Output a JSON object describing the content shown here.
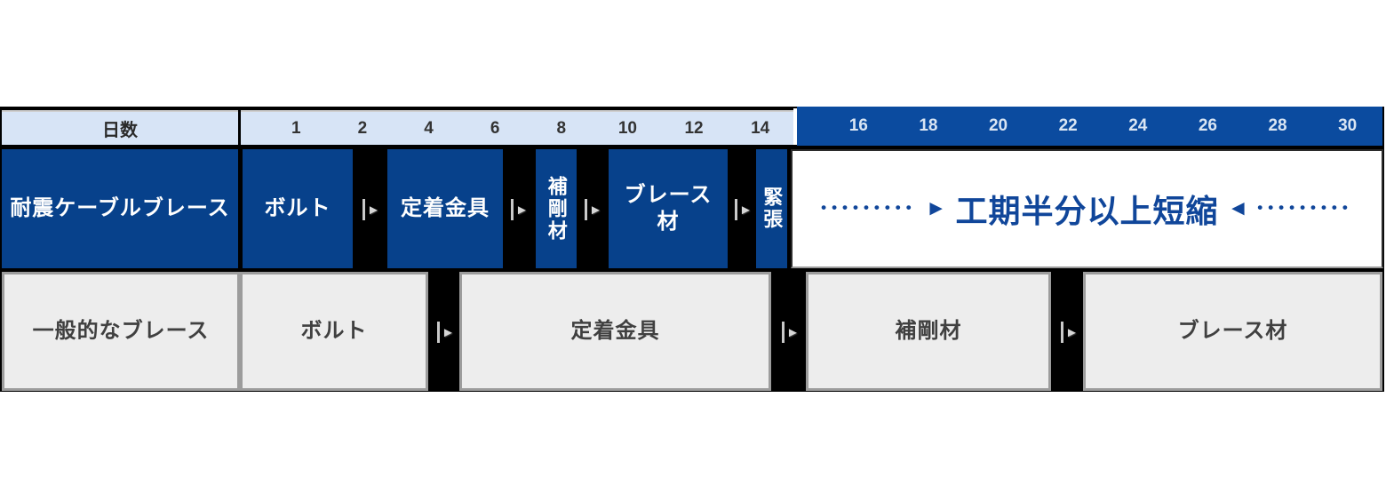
{
  "header": {
    "days_label": "日数",
    "light_ticks": [
      "1",
      "2",
      "4",
      "6",
      "8",
      "10",
      "12",
      "14"
    ],
    "dark_ticks": [
      "16",
      "18",
      "20",
      "22",
      "24",
      "26",
      "28",
      "30"
    ]
  },
  "rows": {
    "cable": {
      "label": "耐震ケーブルブレース",
      "phase_bolt": "ボルト",
      "phase_anchor": "定着金具",
      "phase_stiffener": "補剛材",
      "phase_brace": "ブレース材",
      "phase_tension": "緊張",
      "result": "工期半分以上短縮"
    },
    "general": {
      "label": "一般的なブレース",
      "phase_bolt": "ボルト",
      "phase_anchor": "定着金具",
      "phase_stiffener": "補剛材",
      "phase_brace": "ブレース材"
    }
  },
  "icons": {
    "step_arrow": "►",
    "arrow_right": "►",
    "arrow_left": "◄",
    "dots_left": "•••••••••",
    "dots_right": "•••••••••"
  },
  "colors": {
    "box_blue": "#07418b",
    "header_dark_blue": "#0b4b9f",
    "header_light_blue": "#d7e4f6",
    "gray_box_fill": "#ededed",
    "gray_box_border": "#9c9c9c",
    "accent_blue_text": "#10469a",
    "backdrop_black": "#000000"
  },
  "chart_data": {
    "type": "bar",
    "subtype": "gantt-comparison",
    "title": "",
    "xlabel": "日数",
    "ylabel": "",
    "x_ticks": [
      1,
      2,
      4,
      6,
      8,
      10,
      12,
      14,
      16,
      18,
      20,
      22,
      24,
      26,
      28,
      30
    ],
    "x_range": [
      0,
      30
    ],
    "grid": false,
    "legend": false,
    "series": [
      {
        "name": "耐震ケーブルブレース",
        "phases": [
          {
            "label": "ボルト",
            "start_day": 1,
            "end_day": 2
          },
          {
            "label": "定着金具",
            "start_day": 3,
            "end_day": 6
          },
          {
            "label": "補剛材",
            "start_day": 7,
            "end_day": 8
          },
          {
            "label": "ブレース材",
            "start_day": 9,
            "end_day": 12
          },
          {
            "label": "緊張",
            "start_day": 13,
            "end_day": 14
          }
        ],
        "annotation": "工期半分以上短縮"
      },
      {
        "name": "一般的なブレース",
        "phases": [
          {
            "label": "ボルト",
            "start_day": 1,
            "end_day": 4
          },
          {
            "label": "定着金具",
            "start_day": 4,
            "end_day": 14
          },
          {
            "label": "補剛材",
            "start_day": 15,
            "end_day": 21
          },
          {
            "label": "ブレース材",
            "start_day": 22,
            "end_day": 30
          }
        ]
      }
    ]
  }
}
